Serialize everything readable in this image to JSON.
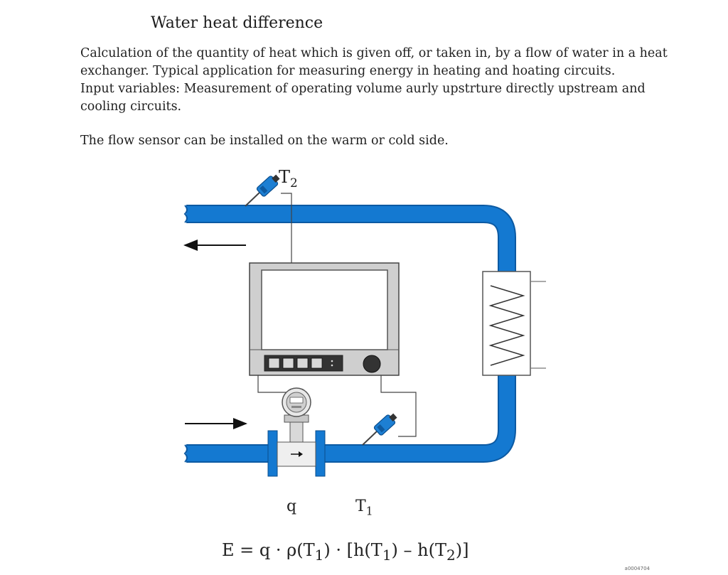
{
  "title": "Water heat difference",
  "description_lines": [
    "Calculation of the quantity of heat which is given off, or taken in, by a flow of water in a heat",
    "exchanger. Typical application for measuring energy in heating and hoating circuits.",
    "Input variables: Measurement of operating volume aurly upstrture directly upstream and",
    "cooling circuits."
  ],
  "note": "The flow sensor can be installed on the warm or cold side.",
  "labels": {
    "t2": {
      "base": "T",
      "sub": "2"
    },
    "q": "q",
    "t1": {
      "base": "T",
      "sub": "1"
    }
  },
  "formula": {
    "p1": "E = q · ρ(T",
    "s1": "1",
    "p2": ") · [h(T",
    "s2": "1",
    "p3": ") – h(T",
    "s3": "2",
    "p4": ")]"
  },
  "doc_id": "a0004704",
  "colors": {
    "pipe": "#1479d1",
    "pipe_dark": "#0c5aa3",
    "sensor_blue": "#1d7fd3",
    "device_gray": "#c9c9c9",
    "arrow": "#111111"
  }
}
